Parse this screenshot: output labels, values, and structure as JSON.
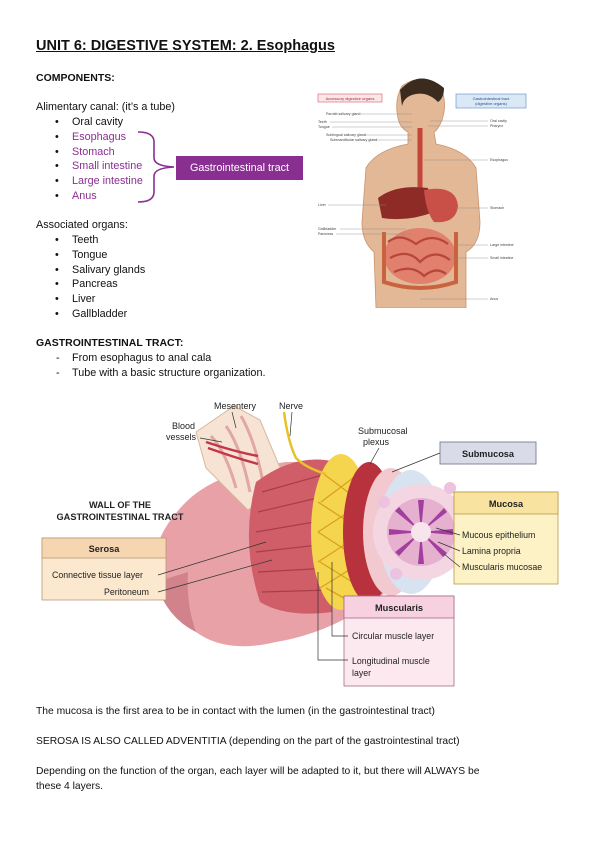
{
  "title": "UNIT 6: DIGESTIVE SYSTEM: 2. Esophagus",
  "components": {
    "heading": "COMPONENTS:",
    "alimentary_label": "Alimentary canal: (it’s a tube)",
    "alimentary_items": [
      "Oral cavity",
      "Esophagus",
      "Stomach",
      "Small intestine",
      "Large intestine",
      "Anus"
    ],
    "gi_tract_label": "Gastrointestinal tract",
    "associated_label": "Associated organs:",
    "associated_items": [
      "Teeth",
      "Tongue",
      "Salivary glands",
      "Pancreas",
      "Liver",
      "Gallbladder"
    ]
  },
  "anatomy_figure": {
    "left_box": "Accessory digestive organs",
    "right_box": "Gastrointestinal tract (digestive organs)",
    "left_labels": [
      "Parotid salivary gland",
      "Teeth",
      "Tongue",
      "Sublingual salivary gland",
      "Submandibular salivary gland",
      "Liver",
      "Gallbladder",
      "Pancreas"
    ],
    "right_labels": [
      "Oral cavity",
      "Pharynx",
      "Esophagus",
      "Stomach",
      "Large intestine",
      "Small intestine",
      "Anus"
    ]
  },
  "gi_section": {
    "heading": "GASTROINTESTINAL TRACT:",
    "items": [
      "From esophagus to anal cala",
      "Tube with a basic structure organization."
    ]
  },
  "wall_figure": {
    "title_line1": "WALL OF THE",
    "title_line2": "GASTROINTESTINAL TRACT",
    "mesentery": "Mesentery",
    "nerve": "Nerve",
    "blood_vessels_1": "Blood",
    "blood_vessels_2": "vessels",
    "submucosal_plexus_1": "Submucosal",
    "submucosal_plexus_2": "plexus",
    "submucosa": "Submucosa",
    "mucosa": "Mucosa",
    "mucosa_items": [
      "Mucous epithelium",
      "Lamina propria",
      "Muscularis mucosae"
    ],
    "serosa": "Serosa",
    "serosa_items": [
      "Connective tissue layer",
      "Peritoneum"
    ],
    "muscularis": "Muscularis",
    "circular": "Circular muscle layer",
    "longitudinal_1": "Longitudinal muscle",
    "longitudinal_2": "layer"
  },
  "paragraphs": [
    "The mucosa is the first area to be in contact with the lumen (in the gastrointestinal tract)",
    "SEROSA IS ALSO CALLED ADVENTITIA (depending on the part of the gastrointestinal tract)",
    "Depending on the function of the organ, each layer will be adapted to it, but there will ALWAYS be",
    "these 4 layers."
  ],
  "colors": {
    "purple": "#8a2f92",
    "serosa_box": "#fbe8cf",
    "mucosa_box": "#fdf1c6",
    "muscularis_box": "#f7dbe5",
    "submucosa_box": "#d9dce8"
  }
}
